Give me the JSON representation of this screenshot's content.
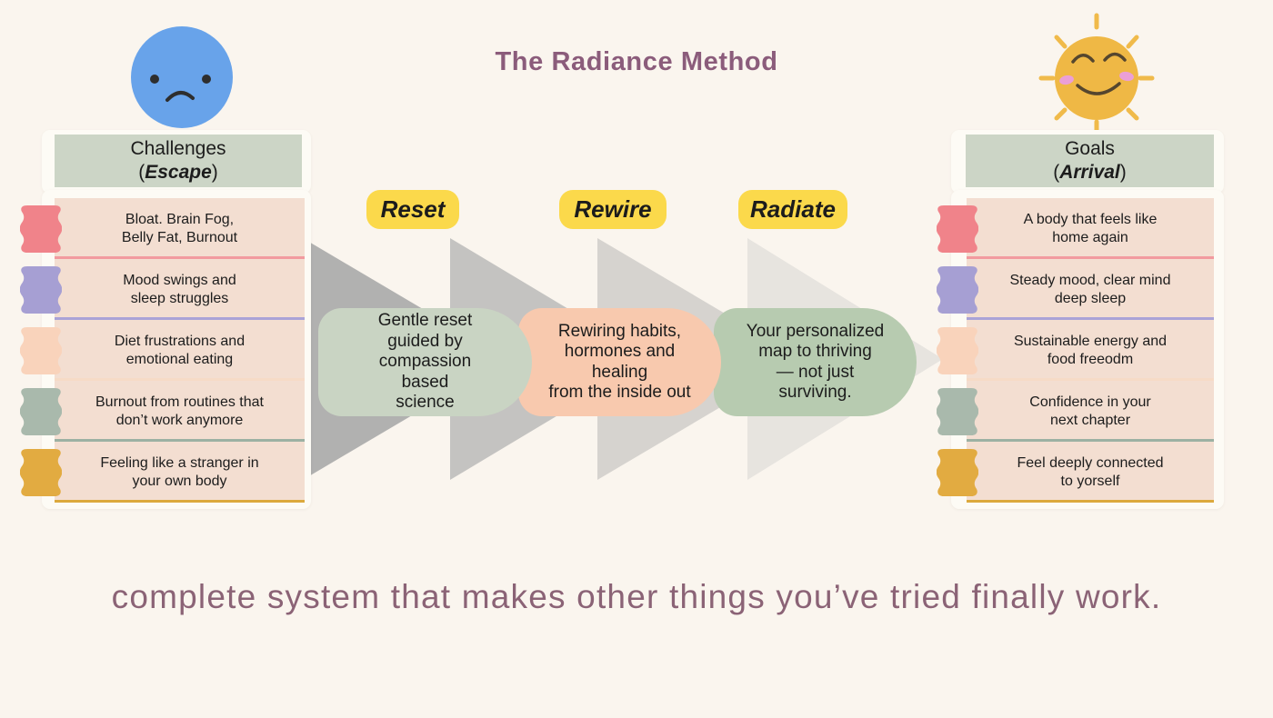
{
  "title": "The Radiance Method",
  "bottom_text": "complete system that makes other things you’ve tried finally work.",
  "colors": {
    "background": "#faf5ee",
    "title": "#8b5c7b",
    "bottom_text": "#8b6376",
    "header_box": "#ccd5c6",
    "panel": "#f3ded1",
    "badge": "#fbd94b",
    "sad_face_blue": "#68a3ea",
    "sun_yellow": "#efb845"
  },
  "arrow_colors": [
    "#b1b1b0",
    "#c4c3c1",
    "#d6d3cf",
    "#e7e4df"
  ],
  "icons": {
    "challenges": "sad-face-icon",
    "goals": "smiling-sun-icon"
  },
  "challenges": {
    "header": {
      "title": "Challenges",
      "paren_open": "(",
      "word": "Escape",
      "paren_close": ")"
    },
    "items": [
      {
        "lines": [
          "Bloat. Brain Fog,",
          "Belly Fat, Burnout"
        ],
        "tab_color": "#f0838a",
        "line_color": "#f29a9f"
      },
      {
        "lines": [
          "Mood swings and",
          "sleep struggles"
        ],
        "tab_color": "#a69fd3",
        "line_color": "#aaa3d7"
      },
      {
        "lines": [
          "Diet frustrations and",
          "emotional eating"
        ],
        "tab_color": "#f9d3bb",
        "line_color": "#f6dbc6"
      },
      {
        "lines": [
          "Burnout from routines that",
          "don’t work anymore"
        ],
        "tab_color": "#a9b9ac",
        "line_color": "#9cb1a3"
      },
      {
        "lines": [
          "Feeling like a stranger in",
          "your own body"
        ],
        "tab_color": "#e2ab41",
        "line_color": "#dca93d"
      }
    ]
  },
  "goals": {
    "header": {
      "title": "Goals",
      "paren_open": "(",
      "word": "Arrival",
      "paren_close": ")"
    },
    "items": [
      {
        "lines": [
          "A body that feels like",
          "home again"
        ],
        "tab_color": "#f0838a",
        "line_color": "#f29a9f"
      },
      {
        "lines": [
          "Steady mood, clear mind",
          "deep sleep"
        ],
        "tab_color": "#a69fd3",
        "line_color": "#aaa3d7"
      },
      {
        "lines": [
          "Sustainable energy and",
          "food freeodm"
        ],
        "tab_color": "#f9d3bb",
        "line_color": "#f6dbc6"
      },
      {
        "lines": [
          "Confidence in your",
          "next chapter"
        ],
        "tab_color": "#a9b9ac",
        "line_color": "#9cb1a3"
      },
      {
        "lines": [
          "Feel deeply connected",
          "to yorself"
        ],
        "tab_color": "#e2ab41",
        "line_color": "#dca93d"
      }
    ]
  },
  "phases": [
    {
      "label": "Reset",
      "box_color": "#c9d4c3",
      "box_lines": [
        "Gentle reset",
        "guided by",
        "compassion",
        "based",
        "science"
      ]
    },
    {
      "label": "Rewire",
      "box_color": "#f8c9ae",
      "box_lines": [
        "Rewiring habits,",
        "hormones and",
        "healing",
        "from the inside out"
      ]
    },
    {
      "label": "Radiate",
      "box_color": "#b7cbb0",
      "box_lines": [
        "Your personalized",
        "map to thriving",
        "— not just",
        "surviving."
      ]
    }
  ]
}
